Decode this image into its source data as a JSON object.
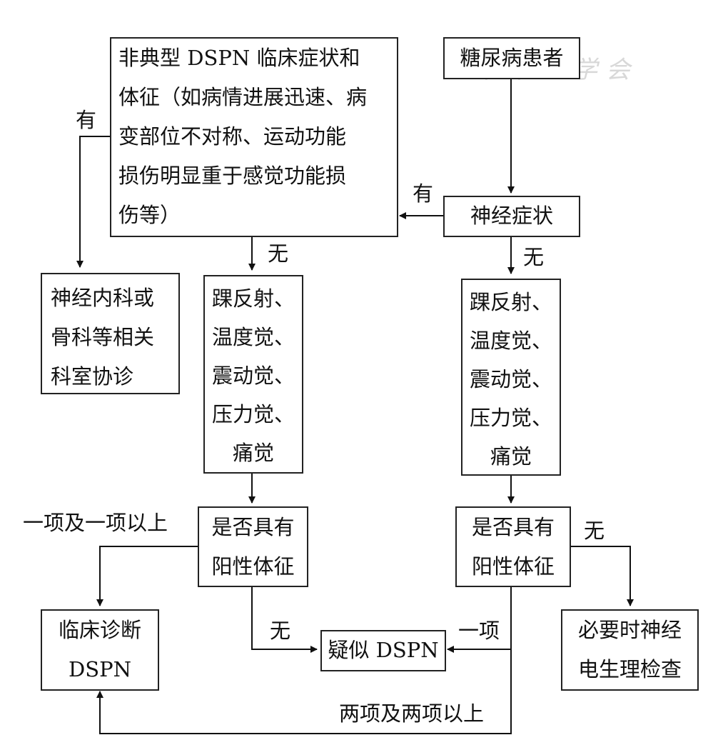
{
  "watermark": "中华医学会",
  "nodes": {
    "start": {
      "lines": [
        "糖尿病患者"
      ]
    },
    "symptom": {
      "lines": [
        "神经症状"
      ]
    },
    "atypical": {
      "lines": [
        "非典型 DSPN 临床症状和",
        "体征（如病情进展迅速、病",
        "变部位不对称、运动功能",
        "损伤明显重于感觉功能损",
        "伤等）"
      ]
    },
    "referral": {
      "lines": [
        "神经内科或",
        "骨科等相关",
        "科室协诊"
      ]
    },
    "exam_left": {
      "lines": [
        "踝反射、",
        "温度觉、",
        "震动觉、",
        "压力觉、",
        "痛觉"
      ]
    },
    "exam_right": {
      "lines": [
        "踝反射、",
        "温度觉、",
        "震动觉、",
        "压力觉、",
        "痛觉"
      ]
    },
    "signs_left": {
      "lines": [
        "是否具有",
        "阳性体征"
      ]
    },
    "signs_right": {
      "lines": [
        "是否具有",
        "阳性体征"
      ]
    },
    "diagnosis": {
      "lines": [
        "临床诊断",
        "DSPN"
      ]
    },
    "suspected": {
      "lines": [
        "疑似 DSPN"
      ]
    },
    "emg": {
      "lines": [
        "必要时神经",
        "电生理检查"
      ]
    }
  },
  "edge_labels": {
    "symptom_yes": "有",
    "atypical_yes": "有",
    "atypical_no": "无",
    "symptom_no": "无",
    "left_one_or_more": "一项及一项以上",
    "left_none": "无",
    "right_none": "无",
    "right_one": "一项",
    "right_two_or_more": "两项及两项以上"
  }
}
